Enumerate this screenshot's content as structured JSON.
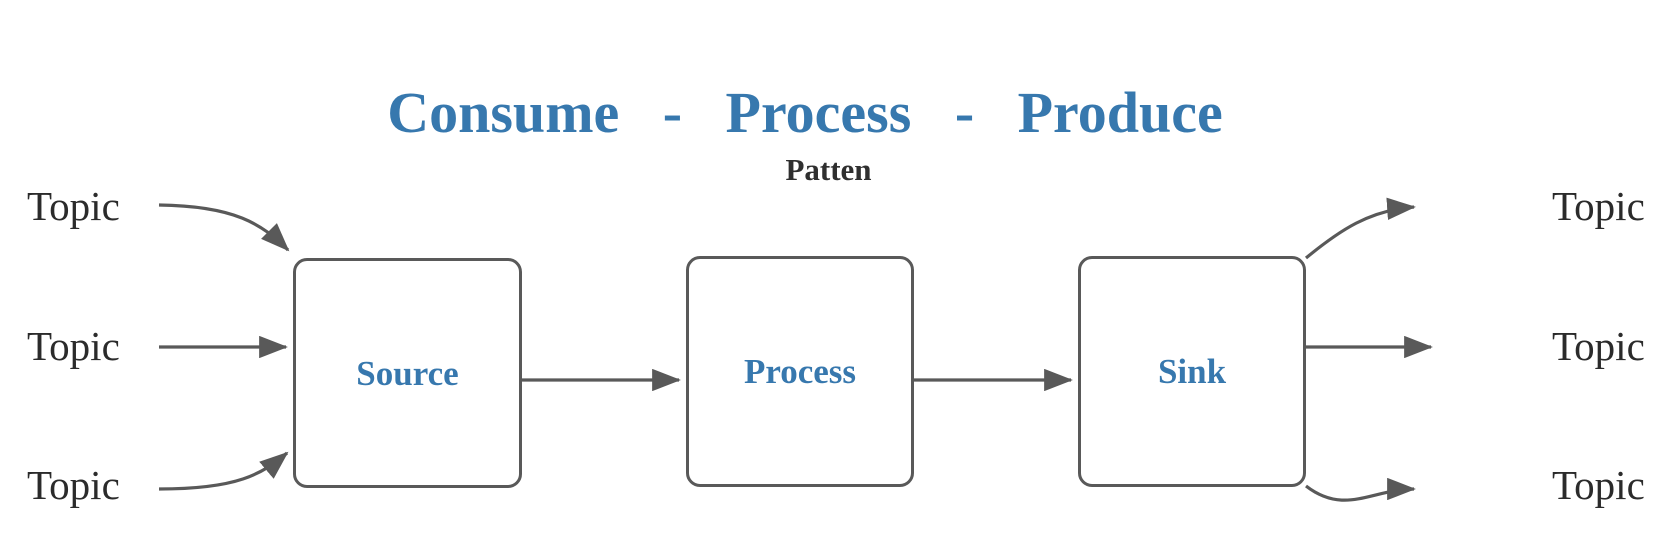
{
  "header": {
    "title": "Consume   -   Process   -   Produce",
    "subtitle": "Patten"
  },
  "colors": {
    "accent_blue": "#3778ae",
    "stroke_gray": "#595959",
    "text_dark": "#2b2b2b",
    "background": "#ffffff"
  },
  "diagram": {
    "type": "flow",
    "nodes": [
      {
        "id": "source",
        "label": "Source"
      },
      {
        "id": "process",
        "label": "Process"
      },
      {
        "id": "sink",
        "label": "Sink"
      }
    ],
    "inputs": [
      {
        "id": "in-1",
        "label": "Topic"
      },
      {
        "id": "in-2",
        "label": "Topic"
      },
      {
        "id": "in-3",
        "label": "Topic"
      }
    ],
    "outputs": [
      {
        "id": "out-1",
        "label": "Topic"
      },
      {
        "id": "out-2",
        "label": "Topic"
      },
      {
        "id": "out-3",
        "label": "Topic"
      }
    ],
    "edges": [
      {
        "from": "in-1",
        "to": "source",
        "style": "curved"
      },
      {
        "from": "in-2",
        "to": "source",
        "style": "straight"
      },
      {
        "from": "in-3",
        "to": "source",
        "style": "curved"
      },
      {
        "from": "source",
        "to": "process",
        "style": "straight"
      },
      {
        "from": "process",
        "to": "sink",
        "style": "straight"
      },
      {
        "from": "sink",
        "to": "out-1",
        "style": "curved"
      },
      {
        "from": "sink",
        "to": "out-2",
        "style": "straight"
      },
      {
        "from": "sink",
        "to": "out-3",
        "style": "curved"
      }
    ]
  }
}
